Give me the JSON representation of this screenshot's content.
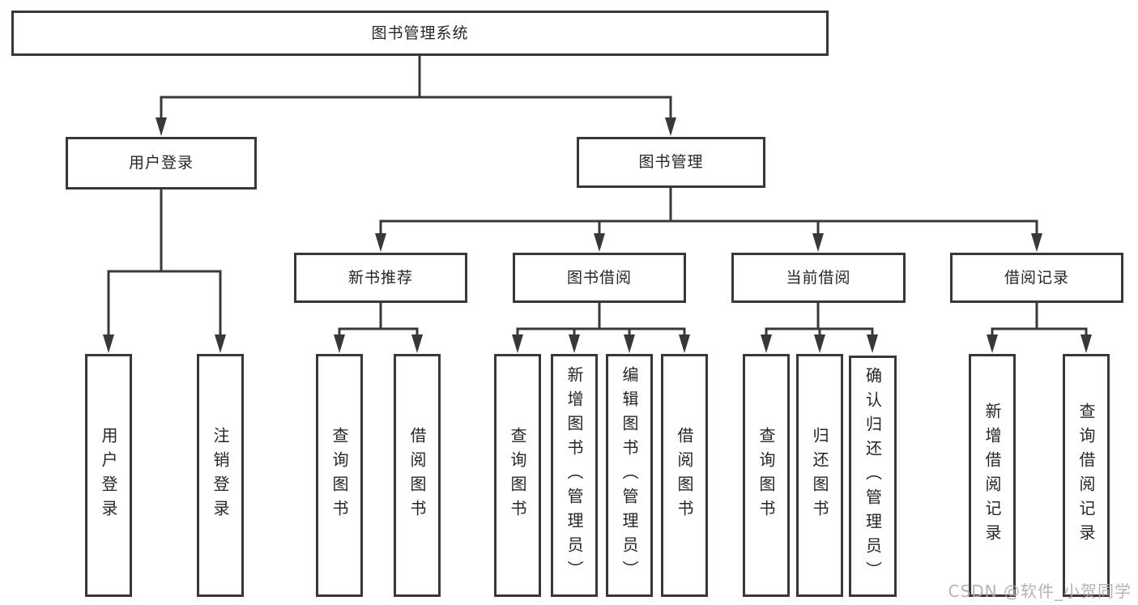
{
  "tree": {
    "root": {
      "label": "图书管理系统"
    },
    "branches": [
      {
        "label": "用户登录",
        "children": [
          {
            "label": "用户登录"
          },
          {
            "label": "注销登录"
          }
        ]
      },
      {
        "label": "图书管理",
        "children": [
          {
            "label": "新书推荐",
            "children": [
              {
                "label": "查询图书"
              },
              {
                "label": "借阅图书"
              }
            ]
          },
          {
            "label": "图书借阅",
            "children": [
              {
                "label": "查询图书"
              },
              {
                "label": "新增图书（管理员）"
              },
              {
                "label": "编辑图书（管理员）"
              },
              {
                "label": "借阅图书"
              }
            ]
          },
          {
            "label": "当前借阅",
            "children": [
              {
                "label": "查询图书"
              },
              {
                "label": "归还图书"
              },
              {
                "label": "确认归还（管理员）"
              }
            ]
          },
          {
            "label": "借阅记录",
            "children": [
              {
                "label": "新增借阅记录"
              },
              {
                "label": "查询借阅记录"
              }
            ]
          }
        ]
      }
    ]
  },
  "watermark": {
    "text": "CSDN @软件_小贺同学"
  },
  "colors": {
    "line": "#383838",
    "border": "#383838",
    "text": "#262626",
    "background": "#ffffff",
    "watermark": "#ababab"
  }
}
